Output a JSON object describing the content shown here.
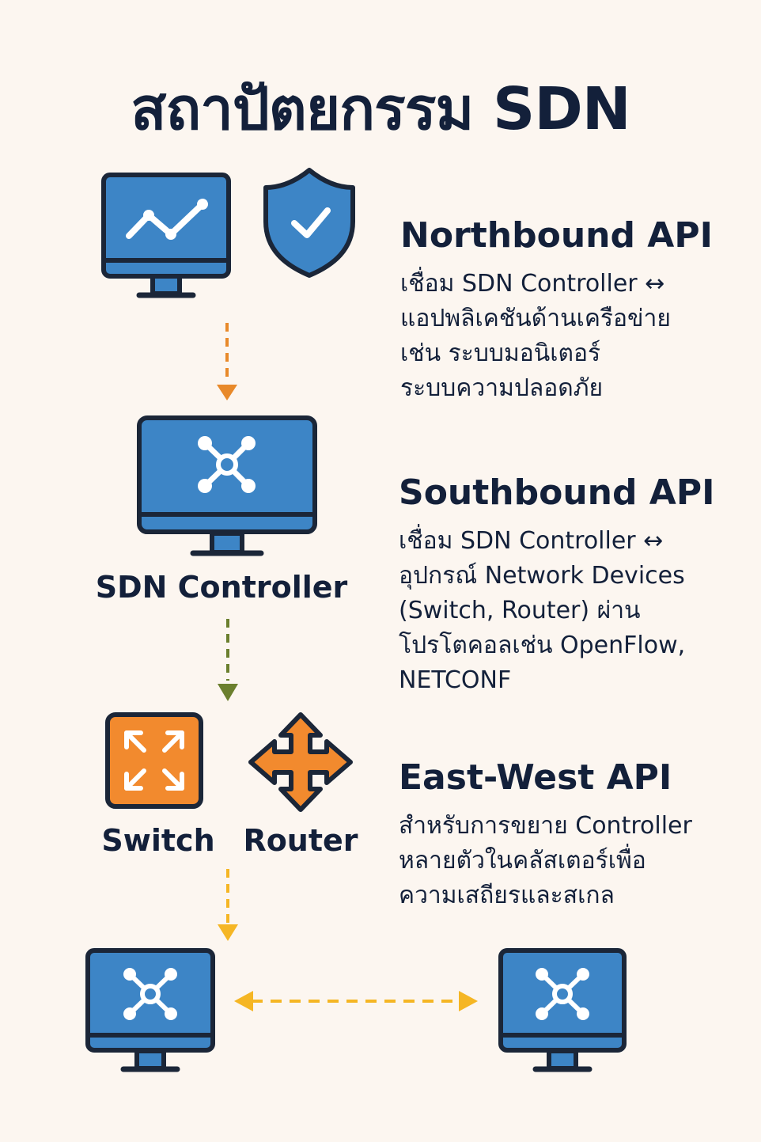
{
  "title": "สถาปัตยกรรม SDN",
  "colors": {
    "background": "#fcf6f0",
    "text": "#13203a",
    "screen_blue": "#3d85c6",
    "outline": "#1b2638",
    "accent_orange": "#f28a2e",
    "arrow_orange": "#e8892a",
    "arrow_olive": "#6b7f2e",
    "arrow_yellow": "#f5b624"
  },
  "sections": {
    "northbound": {
      "title": "Northbound API",
      "lines": [
        "เชื่อม SDN Controller ↔",
        "แอปพลิเคชันด้านเครือข่าย",
        "เช่น ระบบมอนิเตอร์",
        "ระบบความปลอดภัย"
      ]
    },
    "southbound": {
      "title": "Southbound API",
      "lines": [
        "เชื่อม SDN Controller ↔",
        "อุปกรณ์ Network Devices",
        "(Switch, Router) ผ่าน",
        "โปรโตคอลเช่น OpenFlow,",
        "NETCONF"
      ]
    },
    "eastwest": {
      "title": "East-West API",
      "lines": [
        "สำหรับการขยาย Controller",
        "หลายตัวในคลัสเตอร์เพื่อ",
        "ความเสถียรและสเกล"
      ]
    }
  },
  "nodes": {
    "controller_label": "SDN Controller",
    "switch_label": "Switch",
    "router_label": "Router"
  },
  "icons": {
    "analytics_monitor": "monitor-chart-icon",
    "security": "shield-check-icon",
    "controller": "monitor-network-icon",
    "switch": "switch-arrows-icon",
    "router": "router-cross-arrows-icon",
    "cluster_left": "monitor-network-icon",
    "cluster_right": "monitor-network-icon"
  }
}
